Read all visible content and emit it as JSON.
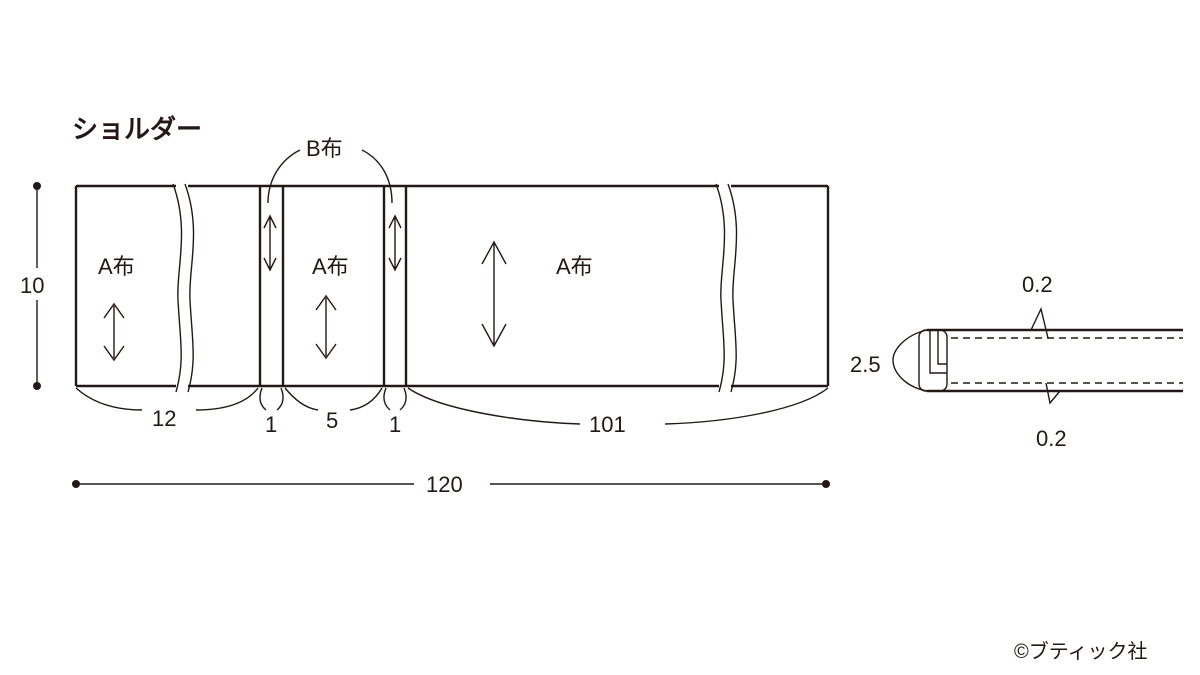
{
  "title": "ショルダー",
  "labels": {
    "fabric_a": "A布",
    "fabric_b": "B布"
  },
  "dimensions": {
    "height": "10",
    "seg1": "12",
    "seg2": "1",
    "seg3": "5",
    "seg4": "1",
    "seg5": "101",
    "total": "120",
    "section_width": "2.5",
    "stitch_top": "0.2",
    "stitch_bottom": "0.2"
  },
  "copyright": "©ブティック社"
}
